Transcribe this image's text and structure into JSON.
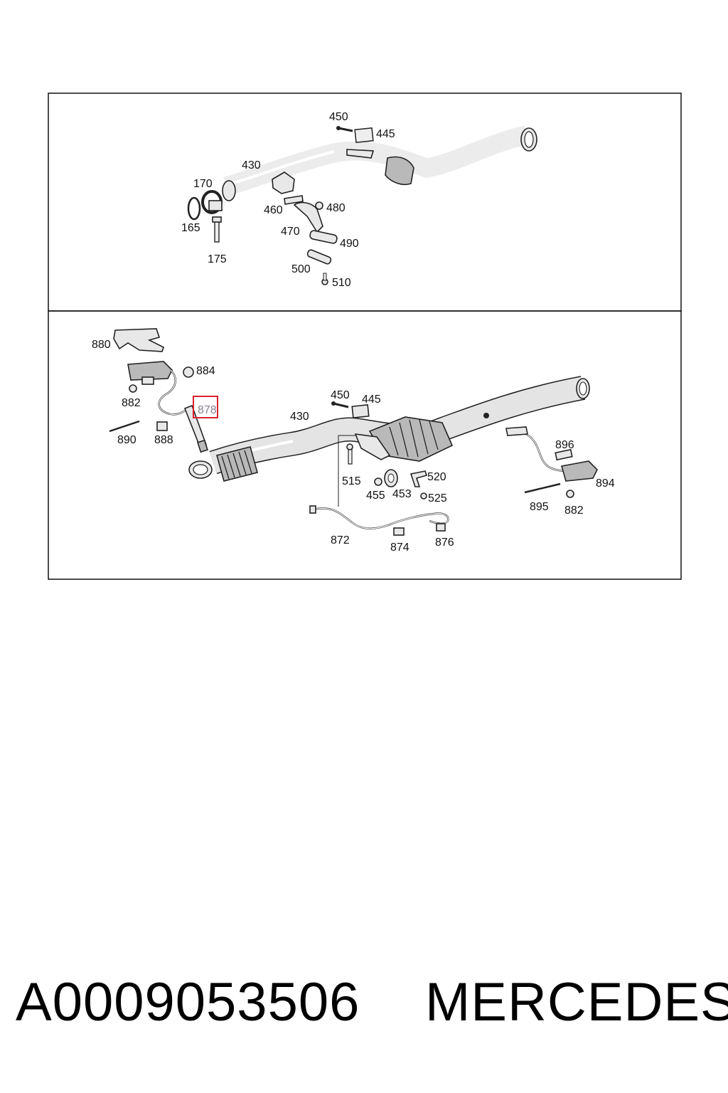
{
  "caption": {
    "part_number": "A0009053506",
    "brand": "MERCEDES"
  },
  "highlight": {
    "label": "878",
    "color": "#d9232e"
  },
  "top_panel": {
    "labels": {
      "p450": "450",
      "p445": "445",
      "p430": "430",
      "p170": "170",
      "p165": "165",
      "p175": "175",
      "p460": "460",
      "p480": "480",
      "p470": "470",
      "p490": "490",
      "p500": "500",
      "p510": "510"
    }
  },
  "bottom_panel": {
    "labels": {
      "p880": "880",
      "p884": "884",
      "p882a": "882",
      "p890": "890",
      "p888": "888",
      "p450": "450",
      "p445": "445",
      "p430": "430",
      "p515": "515",
      "p455": "455",
      "p453": "453",
      "p520": "520",
      "p525": "525",
      "p872": "872",
      "p874": "874",
      "p876": "876",
      "p896": "896",
      "p894": "894",
      "p895": "895",
      "p882b": "882"
    }
  }
}
